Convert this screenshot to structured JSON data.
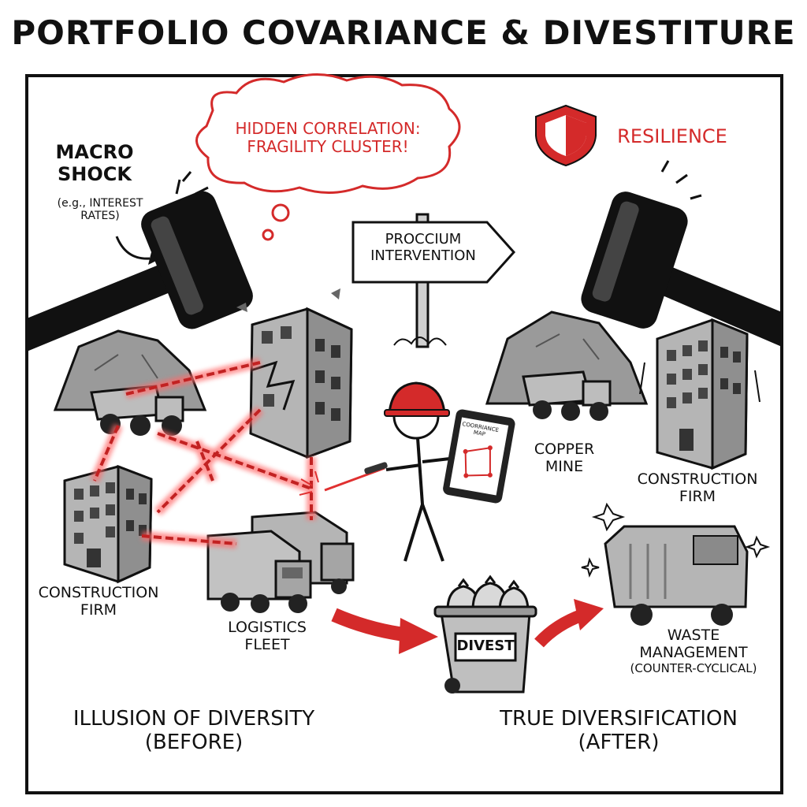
{
  "title": "PORTFOLIO COVARIANCE & DIVESTITURE",
  "macro_shock": {
    "line1": "MACRO",
    "line2": "SHOCK",
    "note1": "(e.g., INTEREST",
    "note2": "RATES)"
  },
  "thought_bubble": {
    "line1": "HIDDEN CORRELATION:",
    "line2": "FRAGILITY CLUSTER!"
  },
  "resilience": "RESILIENCE",
  "signpost": {
    "line1": "PROCCIUM",
    "line2": "INTERVENTION"
  },
  "tablet_text": {
    "line1": "COORRIANCE",
    "line2": "MAP"
  },
  "bin_label": "DIVEST",
  "labels": {
    "construction_left_1": "CONSTRUCTION",
    "construction_left_2": "FIRM",
    "logistics_1": "LOGISTICS",
    "logistics_2": "FLEET",
    "copper_1": "COPPER",
    "copper_2": "MINE",
    "construction_right_1": "CONSTRUCTION",
    "construction_right_2": "FIRM",
    "waste_1": "WASTE",
    "waste_2": "MANAGEMENT",
    "waste_3": "(COUNTER-CYCLICAL)"
  },
  "before": {
    "line1": "ILLUSION OF DIVERSITY",
    "line2": "(BEFORE)"
  },
  "after": {
    "line1": "TRUE DIVERSIFICATION",
    "line2": "(AFTER)"
  },
  "colors": {
    "accent_red": "#d42a2a",
    "ink": "#111111",
    "gray": "#9a9a9a"
  }
}
